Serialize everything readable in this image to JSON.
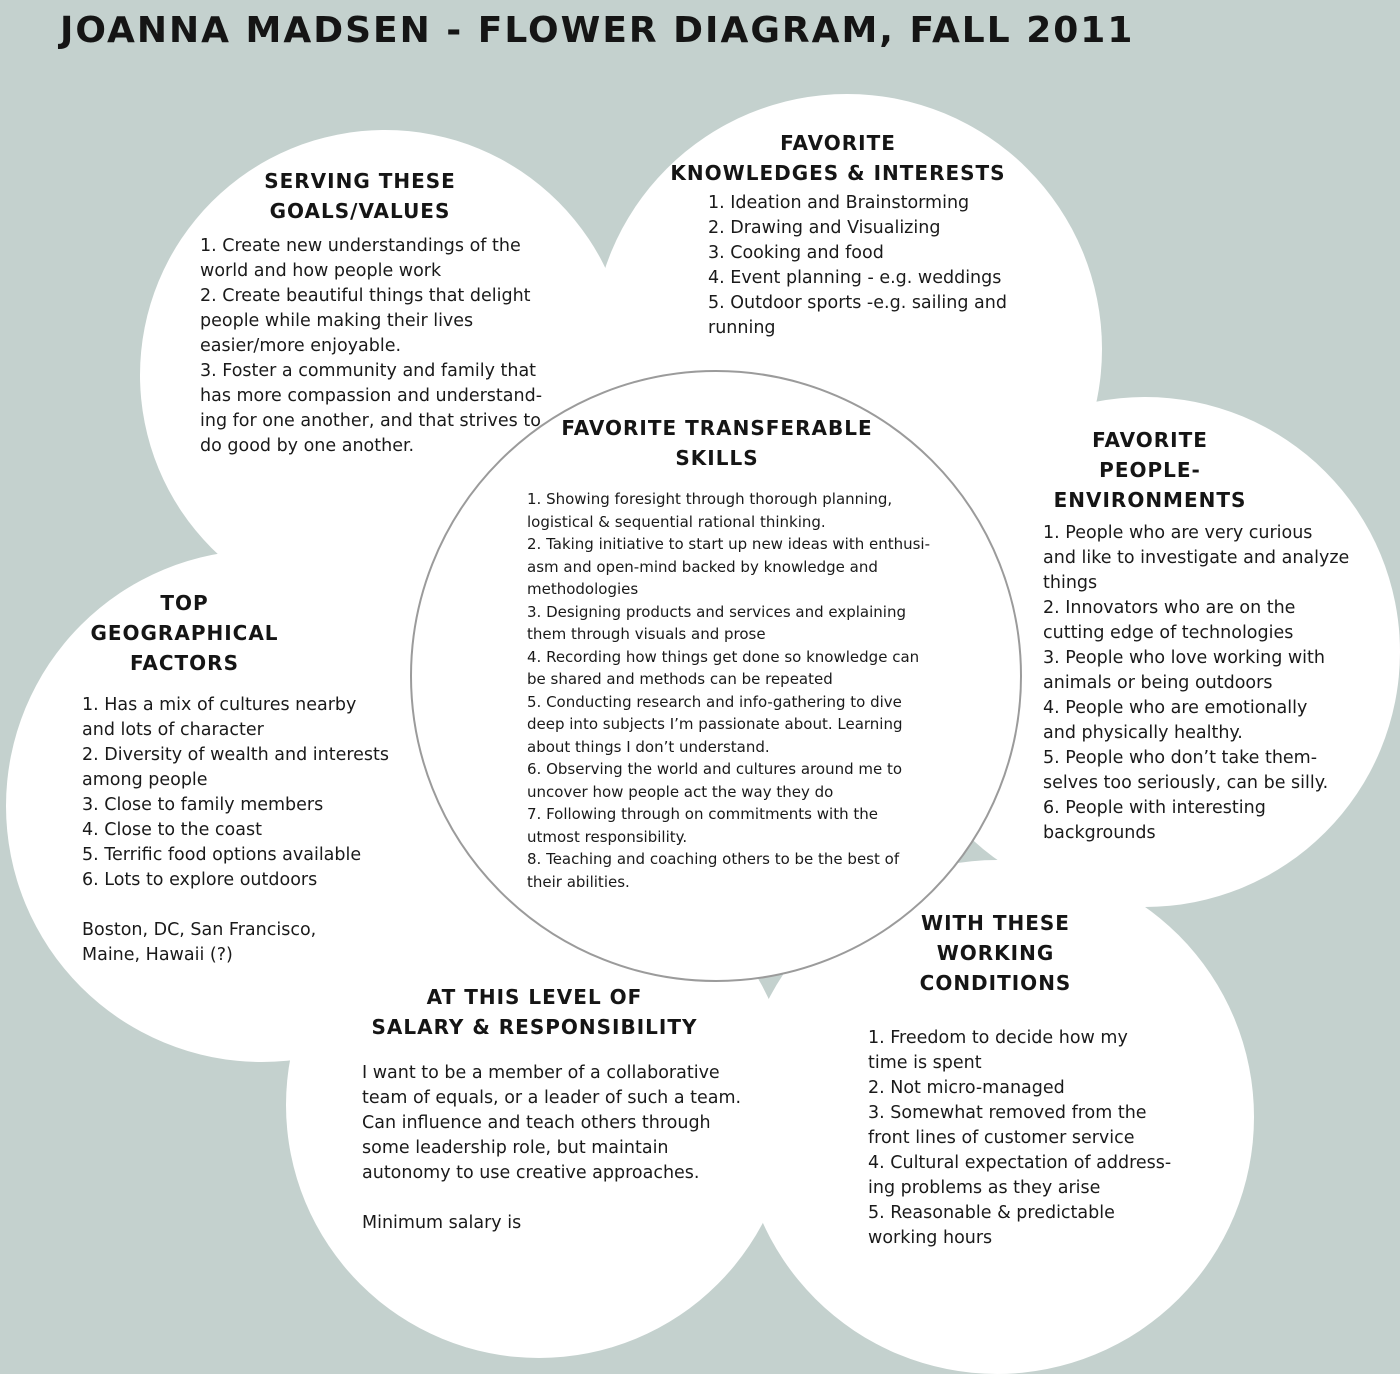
{
  "title": "JOANNA MADSEN - FLOWER DIAGRAM, FALL 2011",
  "goals": {
    "heading": [
      "SERVING THESE",
      "GOALS/VALUES"
    ],
    "lines": [
      "1. Create new understandings of the",
      "world and how people work",
      "2. Create beautiful things that delight",
      "people while making their lives",
      "easier/more enjoyable.",
      "3. Foster a community and family that",
      "has more compassion and understand-",
      "ing for one another, and that strives to",
      "do good by one another."
    ]
  },
  "knowledges": {
    "heading": [
      "FAVORITE",
      "KNOWLEDGES & INTERESTS"
    ],
    "lines": [
      "1. Ideation and Brainstorming",
      "2. Drawing and Visualizing",
      "3. Cooking and food",
      "4. Event planning - e.g. weddings",
      "5. Outdoor sports -e.g. sailing and",
      "running"
    ]
  },
  "people": {
    "heading": [
      "FAVORITE",
      "PEOPLE-ENVIRONMENTS"
    ],
    "lines": [
      "1. People who are very curious",
      "and like to investigate and analyze",
      "things",
      "2. Innovators who are on the",
      "cutting edge of technologies",
      "3. People who love working with",
      "animals or being outdoors",
      "4. People who  are emotionally",
      "and physically healthy.",
      "5. People who don’t take them-",
      "selves too seriously, can be silly.",
      "6. People with interesting",
      "backgrounds"
    ]
  },
  "skills": {
    "heading": [
      "FAVORITE TRANSFERABLE",
      "SKILLS"
    ],
    "lines": [
      "1. Showing foresight through thorough planning,",
      "logistical & sequential rational thinking.",
      "2. Taking initiative to start up new ideas with enthusi-",
      "asm and open-mind backed by knowledge and",
      "methodologies",
      "3. Designing products and services and explaining",
      "them through visuals and prose",
      "4. Recording how things get done so knowledge can",
      "be shared and methods can be repeated",
      "5. Conducting research and info-gathering to dive",
      "deep into subjects I’m passionate about. Learning",
      "about things I don’t understand.",
      "6. Observing the world and cultures around me to",
      "uncover how people act the way they do",
      "7. Following through on commitments with the",
      "utmost responsibility.",
      "8. Teaching and coaching others to be the best of",
      "their abilities."
    ]
  },
  "geography": {
    "heading": [
      "TOP",
      "GEOGRAPHICAL",
      "FACTORS"
    ],
    "lines": [
      "1. Has a mix of cultures nearby",
      "and lots of character",
      "2. Diversity of wealth and interests",
      "among people",
      "3. Close to family members",
      "4. Close to the coast",
      "5. Terrific food options available",
      "6. Lots to explore outdoors"
    ],
    "places": [
      "Boston, DC, San Francisco,",
      "Maine, Hawaii (?)"
    ]
  },
  "salary": {
    "heading": [
      "AT THIS LEVEL OF",
      "SALARY & RESPONSIBILITY"
    ],
    "lines": [
      "I want to be a member of a collaborative",
      "team of equals, or a leader of such a team.",
      "Can influence and teach others through",
      "some leadership role,  but maintain",
      "autonomy to use creative approaches."
    ],
    "minimum": "Minimum salary is"
  },
  "conditions": {
    "heading": [
      "WITH THESE",
      "WORKING CONDITIONS"
    ],
    "lines": [
      "1. Freedom to decide how my",
      "time is spent",
      "2. Not micro-managed",
      "3. Somewhat removed from the",
      "front lines of customer service",
      "4. Cultural expectation of address-",
      "ing problems as they arise",
      "5. Reasonable & predictable",
      "working hours"
    ]
  },
  "colors": {
    "background": "#c4d1ce",
    "petal": "#ffffff",
    "center_border": "#9b9b9b"
  }
}
